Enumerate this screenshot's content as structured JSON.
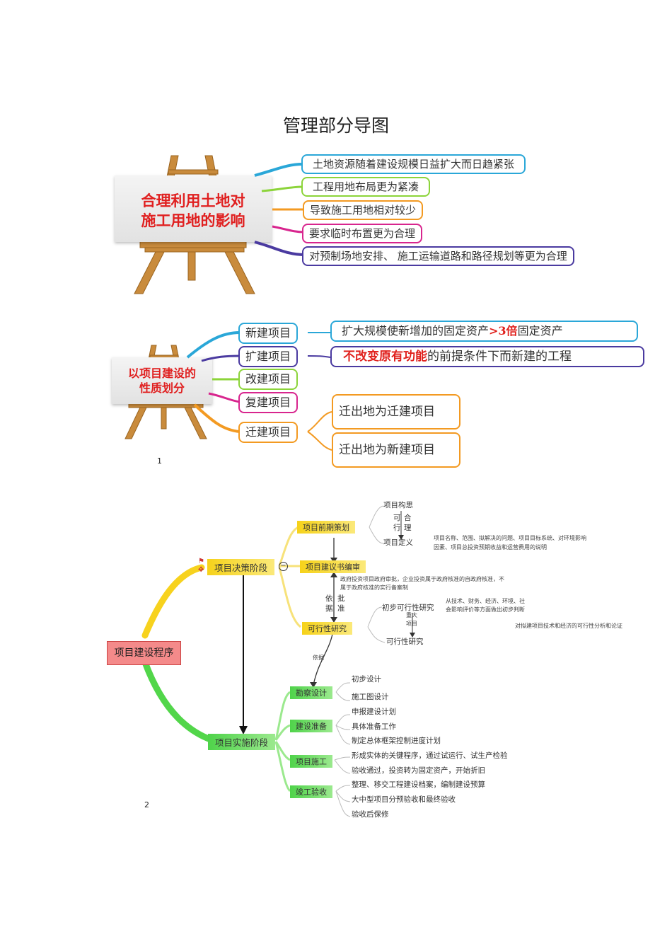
{
  "page_title": "管理部分导图",
  "map1": {
    "center": [
      "合理利用土地对",
      "施工用地的影响"
    ],
    "branches": [
      {
        "text": "土地资源随着建设规模日益扩大而日趋紧张",
        "color": "#2aa7d8"
      },
      {
        "text": "工程用地布局更为紧凑",
        "color": "#8cd43a"
      },
      {
        "text": "导致施工用地相对较少",
        "color": "#f39a22"
      },
      {
        "text": "要求临时布置更为合理",
        "color": "#d8258e"
      },
      {
        "text": "对预制场地安排、 施工运输道路和路径规划等更为合理",
        "color": "#4a3aa0"
      }
    ]
  },
  "map2": {
    "center": [
      "以项目建设的",
      "性质划分"
    ],
    "branches": [
      {
        "text": "新建项目",
        "color": "#2aa7d8"
      },
      {
        "text": "扩建项目",
        "color": "#4a3aa0"
      },
      {
        "text": "改建项目",
        "color": "#8cd43a"
      },
      {
        "text": "复建项目",
        "color": "#d8258e"
      },
      {
        "text": "迁建项目",
        "color": "#f39a22"
      }
    ],
    "new_detail": {
      "pre": "扩大规模使新增加的固定资产",
      "red": ">3倍",
      "post": "固定资产"
    },
    "expand_detail": {
      "red": "不改变原有功能",
      "post": "的前提条件下而新建的工程"
    },
    "relocate_details": [
      "迁出地为迁建项目",
      "迁出地为新建项目"
    ],
    "page_number": "1"
  },
  "map3": {
    "root": "项目建设程序",
    "decision": "项目决策阶段",
    "implement": "项目实施阶段",
    "pre_plan": "项目前期策划",
    "concept": "项目构思",
    "heli": [
      "可",
      "合",
      "行",
      "理"
    ],
    "definition": "项目定义",
    "definition_note": [
      "项目名称、范围、拟解决的问题、项目目标系统、对环境影响",
      "因素、项目总投资预期收益和运营费用的说明"
    ],
    "proposal": "项目建议书编审",
    "proposal_note": [
      "政府投资项目政府审批，企业投资属于政府核准的自政府核准，不",
      "属于政府核准的实行备案制"
    ],
    "basis_a": [
      "依",
      "据"
    ],
    "basis_b": [
      "批",
      "准"
    ],
    "feasibility": "可行性研究",
    "prelim_feas": "初步可行性研究",
    "prelim_note": [
      "从技术、财务、经济、环境、社",
      "会影响评价等方面做出初步判断"
    ],
    "major": [
      "重大",
      "项目"
    ],
    "feas_study": "可行性研究",
    "feas_note": "对拟建项目技术和经济的可行性分析和论证",
    "basis_c": "依据",
    "survey": "勘察设计",
    "survey_items": [
      "初步设计",
      "施工图设计"
    ],
    "prep": "建设准备",
    "prep_items": [
      "申报建设计划",
      "具体准备工作",
      "制定总体框架控制进度计划"
    ],
    "construct": "项目施工",
    "construct_items": [
      "形成实体的关键程序，通过试运行、试生产检验",
      "验收通过，投资转为固定资产，开始折旧"
    ],
    "accept": "竣工验收",
    "accept_items": [
      "整理、移交工程建设档案，编制建设预算",
      "大中型项目分预验收和最终验收",
      "验收后保修"
    ],
    "page_number": "2"
  }
}
